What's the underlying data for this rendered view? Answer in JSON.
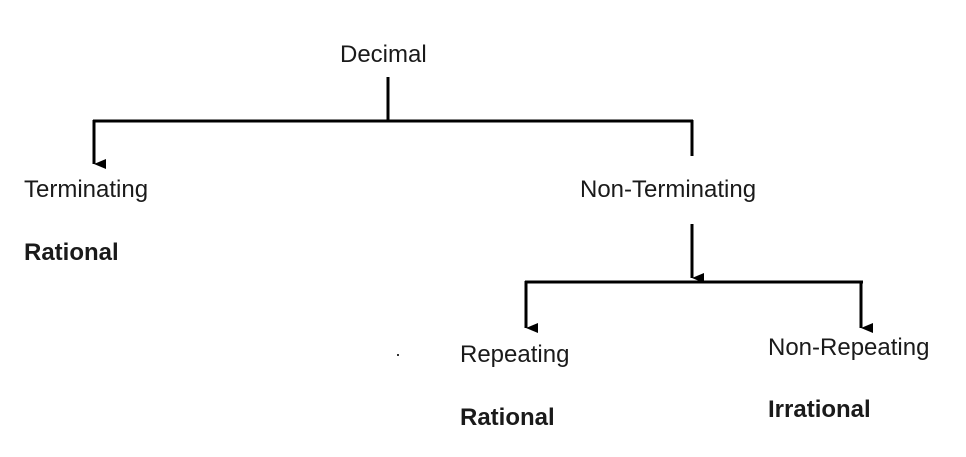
{
  "nodes": {
    "root": "Decimal",
    "terminating": "Terminating",
    "non_terminating": "Non-Terminating",
    "repeating": "Repeating",
    "non_repeating": "Non-Repeating"
  },
  "classifications": {
    "terminating": "Rational",
    "repeating": "Rational",
    "non_repeating": "Irrational"
  },
  "colors": {
    "line": "#000000",
    "text": "#1a1a1a",
    "background": "#ffffff"
  }
}
